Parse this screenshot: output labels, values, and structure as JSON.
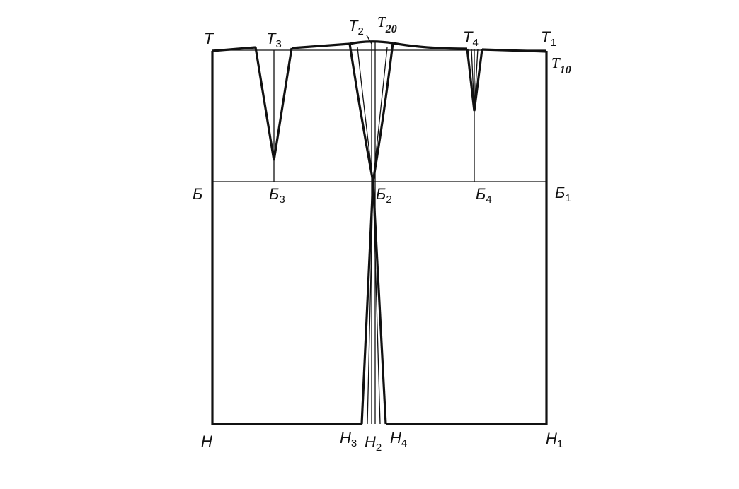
{
  "labels": {
    "T": {
      "base": "Т",
      "sub": ""
    },
    "T3": {
      "base": "Т",
      "sub": "3"
    },
    "T2": {
      "base": "Т",
      "sub": "2"
    },
    "T20": {
      "base": "Т",
      "sub": "20"
    },
    "T4": {
      "base": "Т",
      "sub": "4"
    },
    "T1": {
      "base": "Т",
      "sub": "1"
    },
    "T10": {
      "base": "Т",
      "sub": "10"
    },
    "B": {
      "base": "Б",
      "sub": ""
    },
    "B3": {
      "base": "Б",
      "sub": "3"
    },
    "B2": {
      "base": "Б",
      "sub": "2"
    },
    "B4": {
      "base": "Б",
      "sub": "4"
    },
    "B1": {
      "base": "Б",
      "sub": "1"
    },
    "H": {
      "base": "Н",
      "sub": ""
    },
    "H3": {
      "base": "Н",
      "sub": "3"
    },
    "H2": {
      "base": "Н",
      "sub": "2"
    },
    "H4": {
      "base": "Н",
      "sub": "4"
    },
    "H1": {
      "base": "Н",
      "sub": "1"
    }
  },
  "colors": {
    "line": "#111111",
    "background": "#ffffff"
  }
}
